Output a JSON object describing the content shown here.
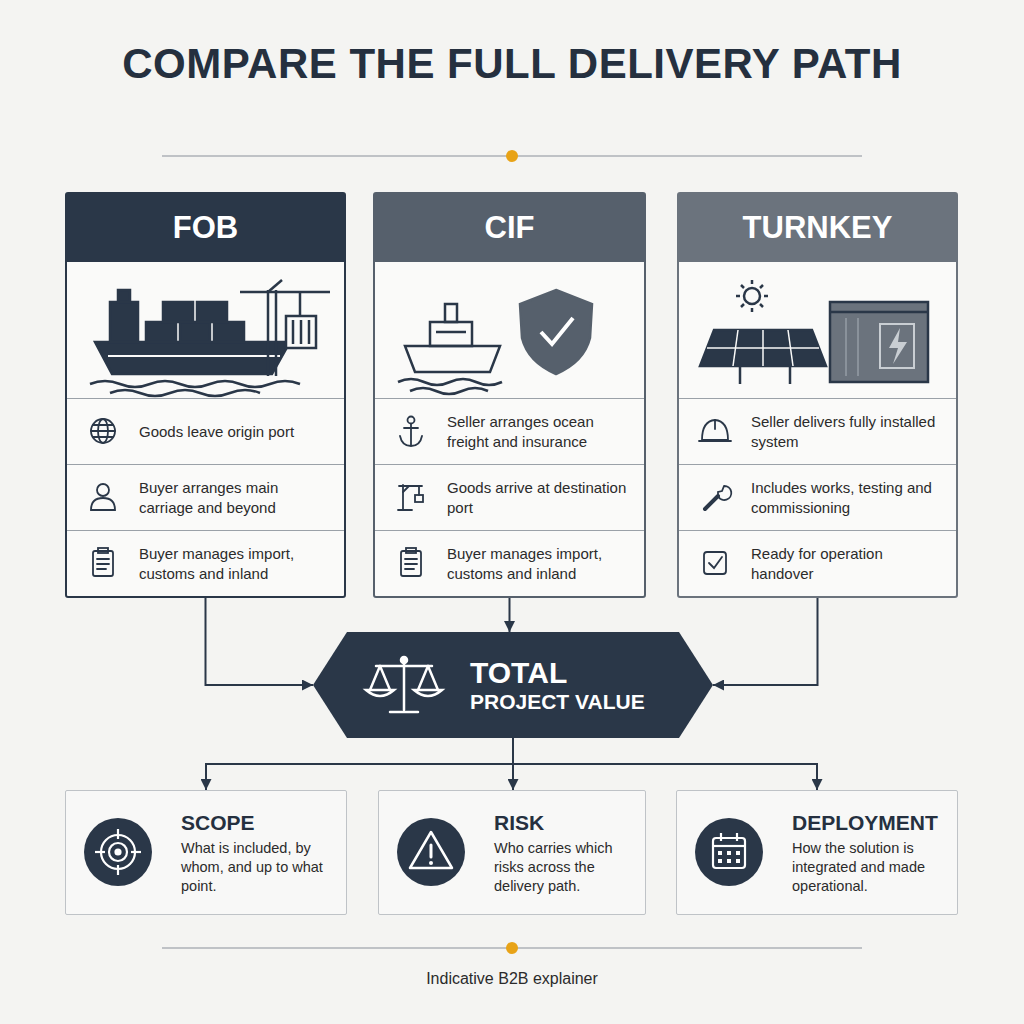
{
  "diagram": {
    "title": "COMPARE THE FULL DELIVERY PATH",
    "caption": "Indicative B2B explainer",
    "nodes": [
      {
        "text": [
          "FOB"
        ]
      },
      {
        "text": [
          "Goods leave origin port"
        ],
        "in": 0
      },
      {
        "text": [
          "Buyer arranges main carriage and beyond"
        ],
        "in": 0
      },
      {
        "text": [
          "Buyer manages import, customs and inland"
        ],
        "in": 0
      },
      {
        "text": [
          "CIF"
        ]
      },
      {
        "text": [
          "Seller arranges ocean freight and insurance"
        ],
        "in": 4
      },
      {
        "text": [
          "Goods arrive at destination port"
        ],
        "in": 4
      },
      {
        "text": [
          "Buyer manages import, customs and inland"
        ],
        "in": 4
      },
      {
        "text": [
          "TURNKEY"
        ]
      },
      {
        "text": [
          "Seller delivers fully installed system"
        ],
        "in": 8
      },
      {
        "text": [
          "Includes works, testing and commissioning"
        ],
        "in": 8
      },
      {
        "text": [
          "Ready for operation handover"
        ],
        "in": 8
      },
      {
        "text": [
          "TOTAL",
          "PROJECT VALUE"
        ]
      },
      {
        "text": [
          "SCOPE",
          "What is included, by whom, and up to what point."
        ]
      },
      {
        "text": [
          "RISK",
          "Who carries which risks across the delivery path."
        ]
      },
      {
        "text": [
          "DEPLOYMENT",
          "How the solution is integrated and made operational."
        ]
      }
    ],
    "edges": [
      {
        "from": 0,
        "to": 12,
        "arrow": "to"
      },
      {
        "from": 4,
        "to": 12,
        "arrow": "to"
      },
      {
        "from": 8,
        "to": 12,
        "arrow": "to"
      },
      {
        "from": 12,
        "to": 13,
        "arrow": "to"
      },
      {
        "from": 12,
        "to": 14,
        "arrow": "to"
      },
      {
        "from": 12,
        "to": 15,
        "arrow": "to"
      }
    ]
  }
}
